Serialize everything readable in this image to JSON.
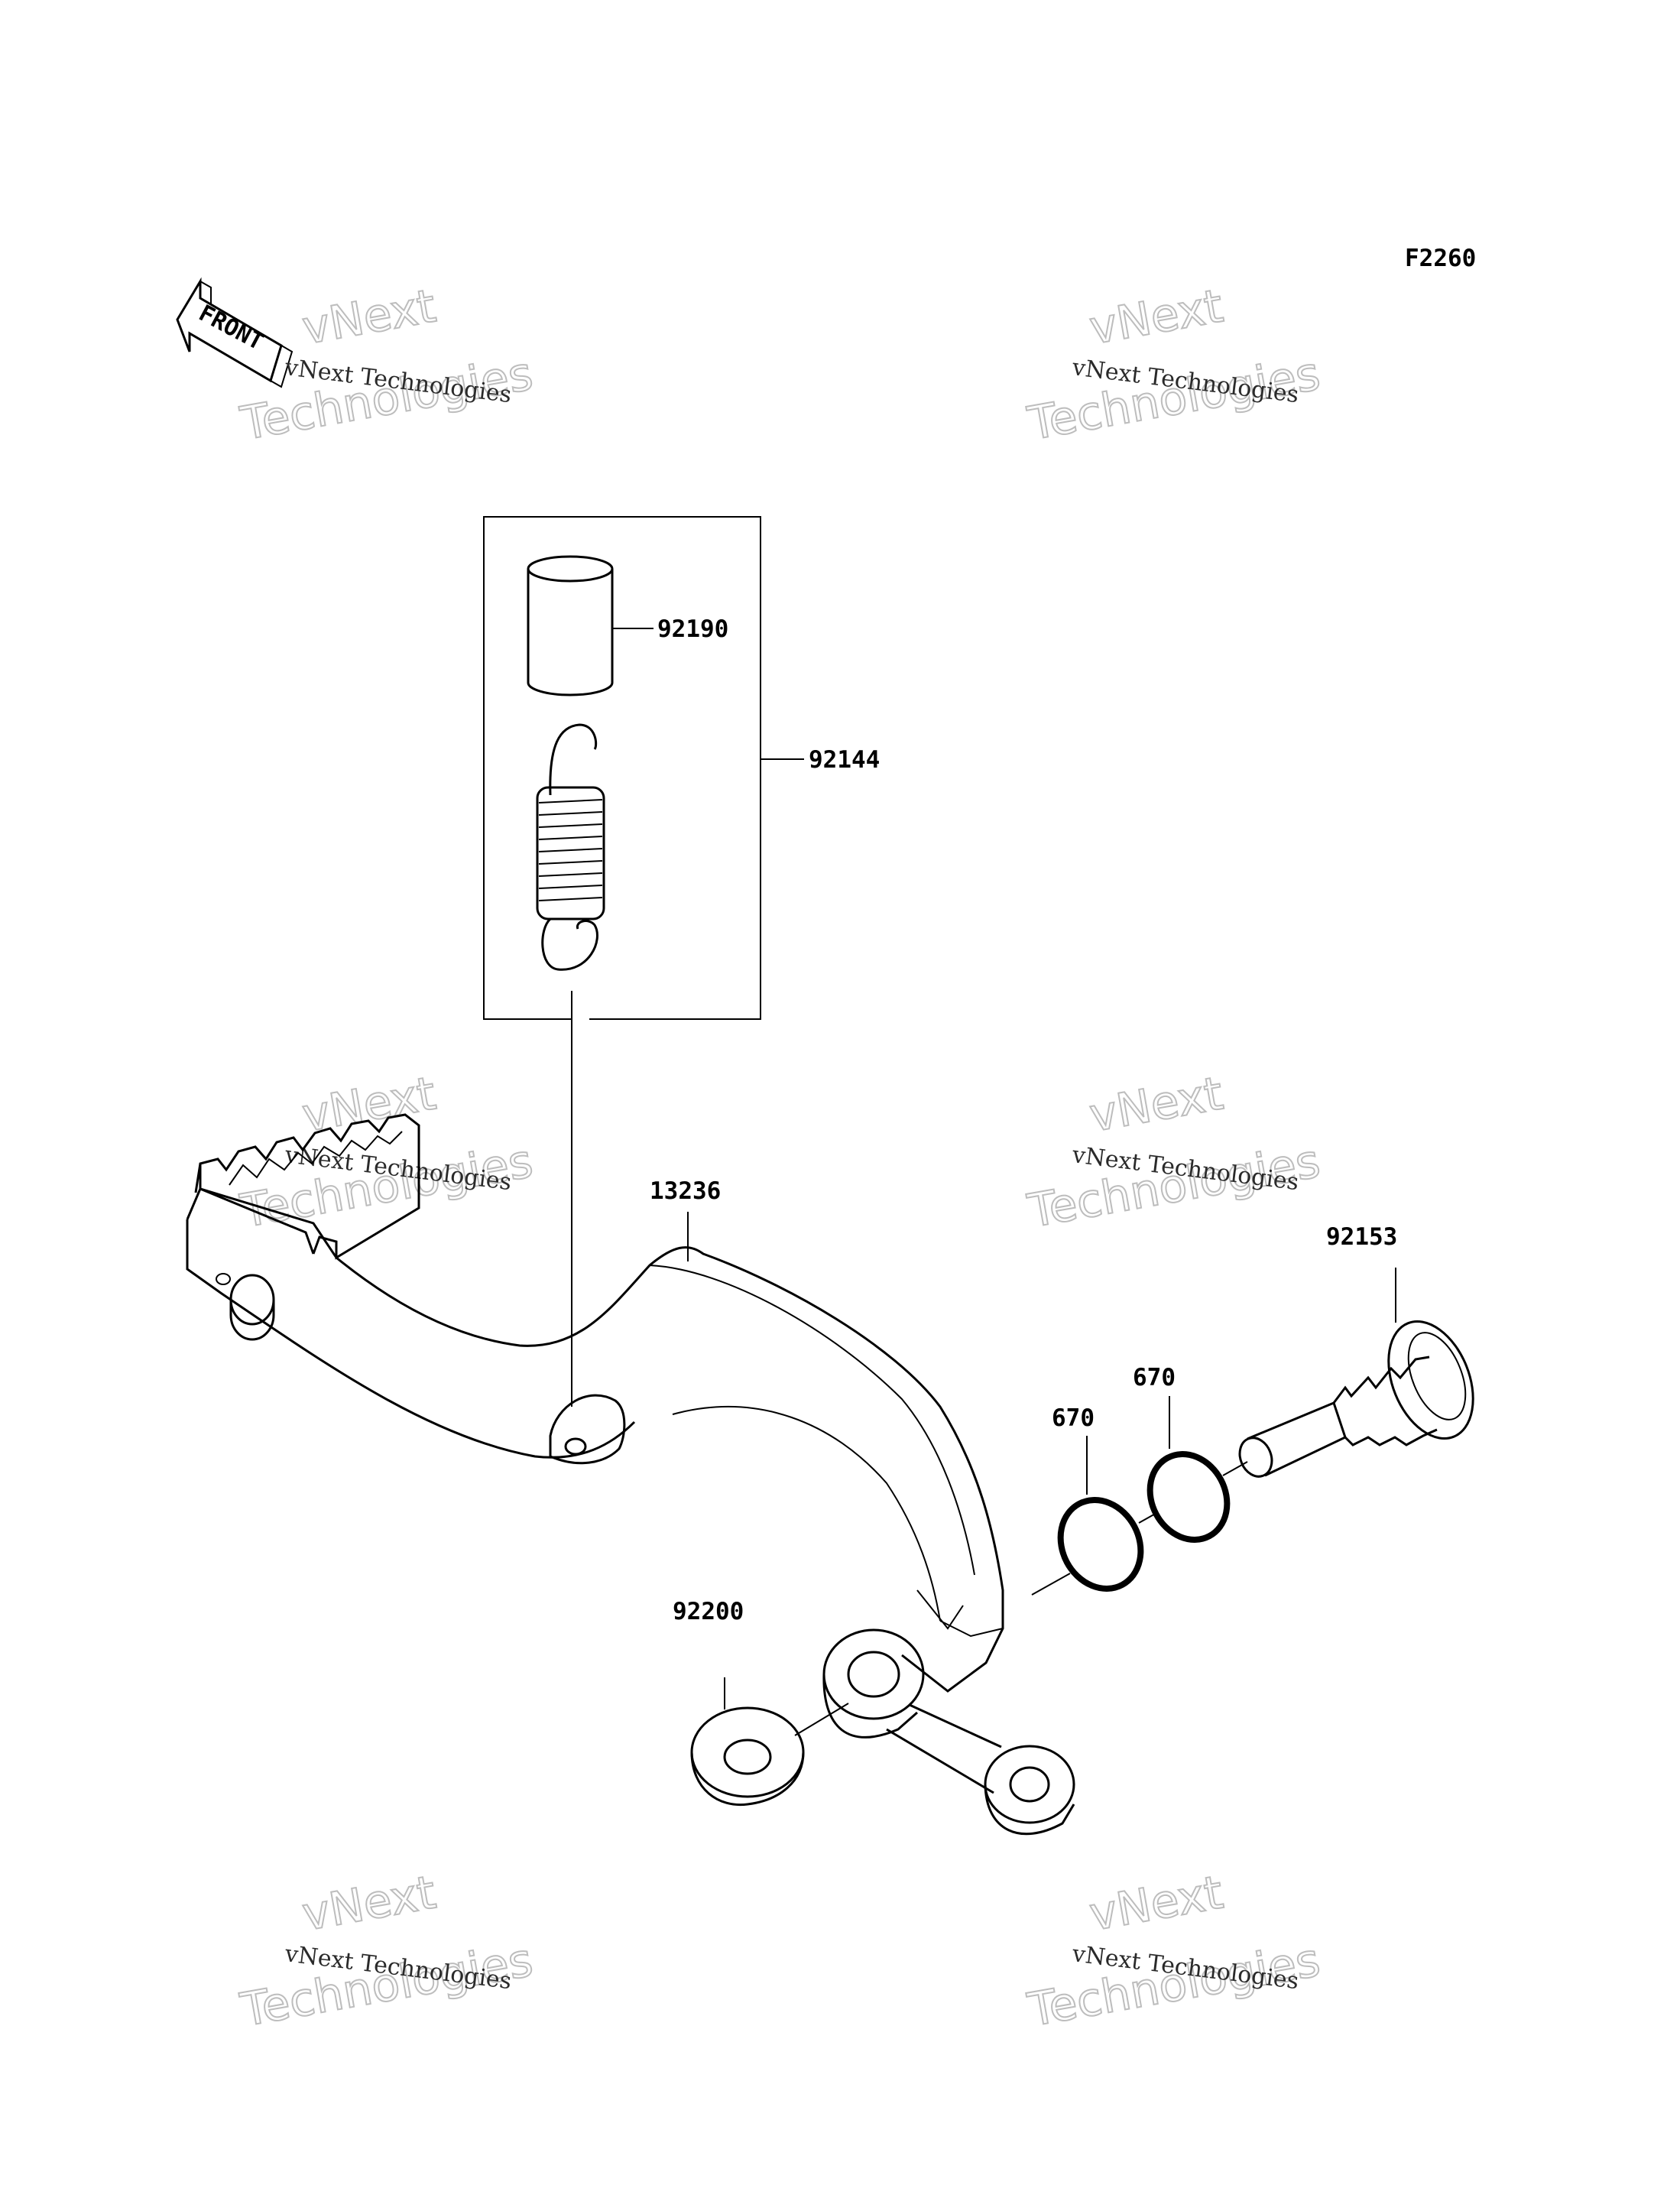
{
  "figure_code": "F2260",
  "front_label": "FRONT",
  "watermark": {
    "line1": "vNext Technologies",
    "line2a": "vNext",
    "line2b": "Technologies"
  },
  "parts": [
    {
      "id": "collar",
      "number": "92190"
    },
    {
      "id": "spring-kit",
      "number": "92144"
    },
    {
      "id": "brake-pedal",
      "number": "13236"
    },
    {
      "id": "pivot-bolt",
      "number": "92153"
    },
    {
      "id": "o-ring-outer",
      "number": "670"
    },
    {
      "id": "o-ring-inner",
      "number": "670"
    },
    {
      "id": "washer",
      "number": "92200"
    }
  ]
}
